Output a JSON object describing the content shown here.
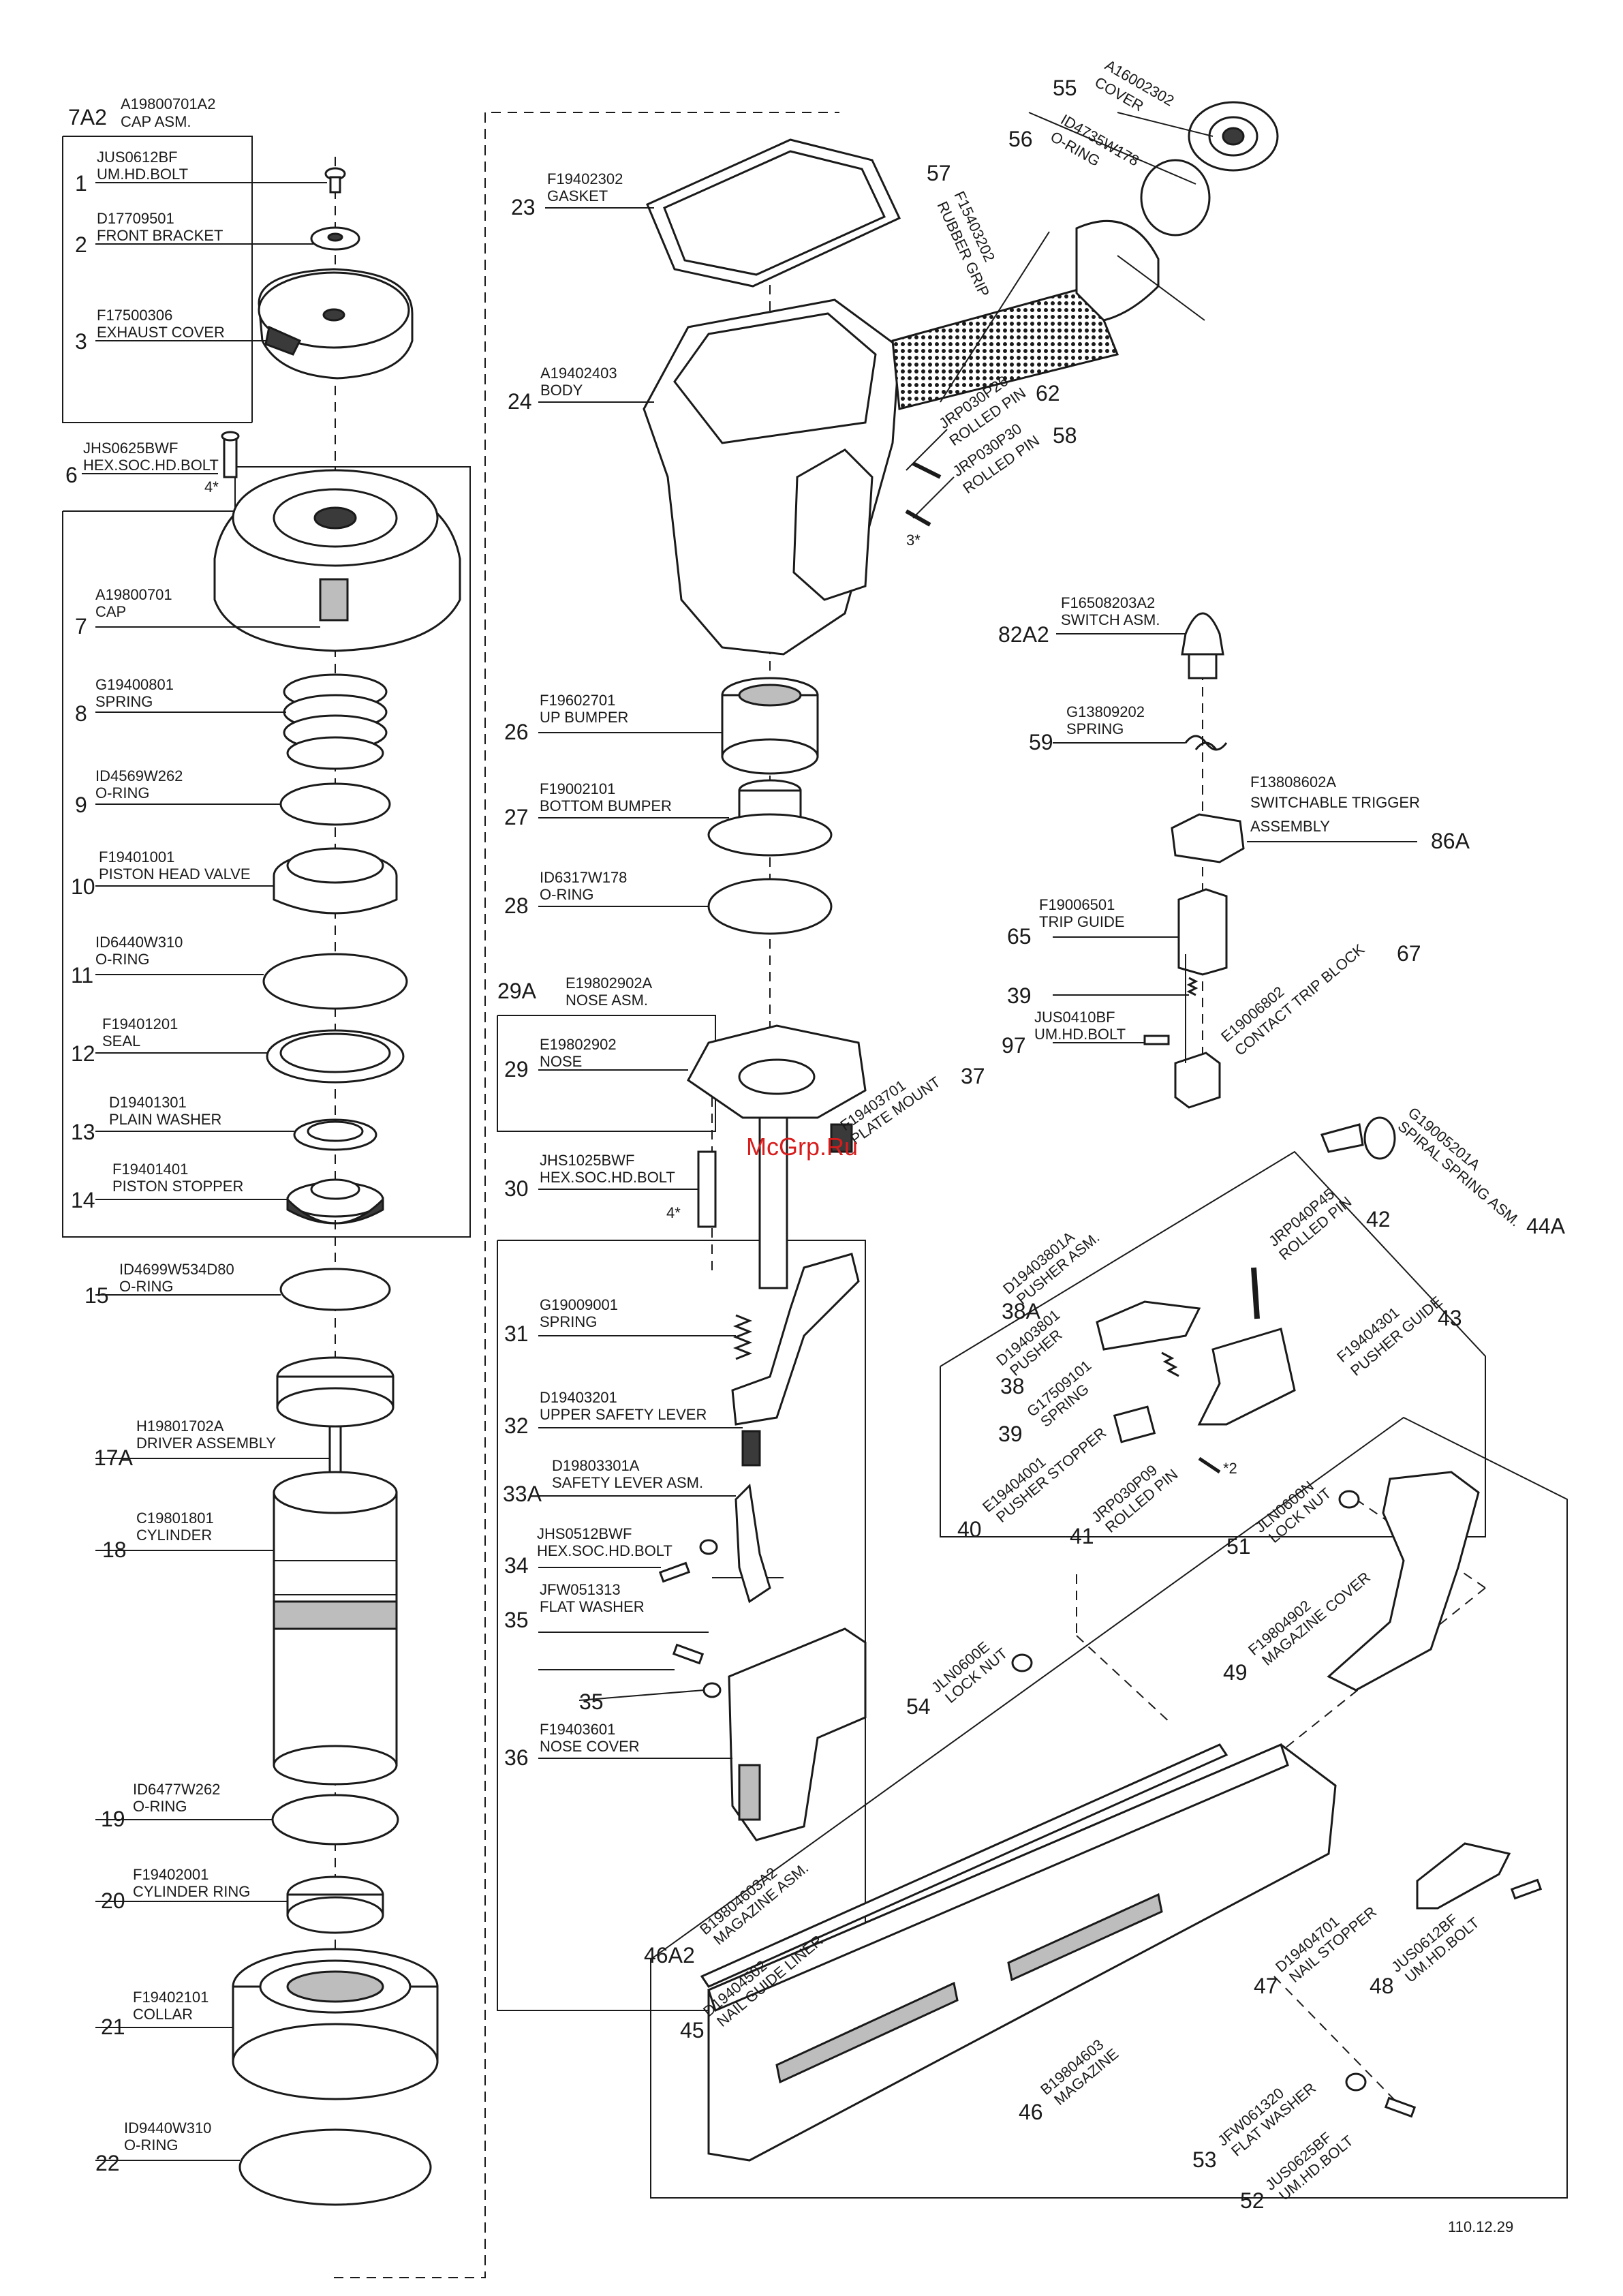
{
  "watermark": "McGrp.Ru",
  "drawing_id": "110.12.29",
  "footnote_marks": {
    "m6": "4*",
    "m58": "3*",
    "m30": "4*",
    "m41": "*2"
  },
  "assemblies": {
    "a7A2": {
      "num": "7A2",
      "code": "A19800701A2",
      "name": "CAP ASM."
    },
    "a29A": {
      "num": "29A",
      "code": "E19802902A",
      "name": "NOSE ASM."
    },
    "a33A": {
      "num": "33A",
      "code": "D19803301A",
      "name": "SAFETY LEVER ASM."
    },
    "a38A": {
      "num": "38A",
      "code": "D19403801A",
      "name": "PUSHER ASM."
    },
    "a44A": {
      "num": "44A",
      "code": "G19005201A",
      "name": "SPIRAL SPRING ASM."
    },
    "a46A2": {
      "num": "46A2",
      "code": "B19804603A2",
      "name": "MAGAZINE ASM."
    },
    "a82A2": {
      "num": "82A2",
      "code": "F16508203A2",
      "name": "SWITCH ASM."
    },
    "a86A": {
      "num": "86A",
      "code": "F13808602A",
      "name1": "SWITCHABLE TRIGGER",
      "name2": "ASSEMBLY"
    },
    "a17A": {
      "num": "17A",
      "code": "H19801702A",
      "name": "DRIVER ASSEMBLY"
    }
  },
  "parts": {
    "p1": {
      "num": "1",
      "code": "JUS0612BF",
      "name": "UM.HD.BOLT"
    },
    "p2": {
      "num": "2",
      "code": "D17709501",
      "name": "FRONT BRACKET"
    },
    "p3": {
      "num": "3",
      "code": "F17500306",
      "name": "EXHAUST COVER"
    },
    "p6": {
      "num": "6",
      "code": "JHS0625BWF",
      "name": "HEX.SOC.HD.BOLT"
    },
    "p7": {
      "num": "7",
      "code": "A19800701",
      "name": "CAP"
    },
    "p8": {
      "num": "8",
      "code": "G19400801",
      "name": "SPRING"
    },
    "p9": {
      "num": "9",
      "code": "ID4569W262",
      "name": "O-RING"
    },
    "p10": {
      "num": "10",
      "code": "F19401001",
      "name": "PISTON HEAD VALVE"
    },
    "p11": {
      "num": "11",
      "code": "ID6440W310",
      "name": "O-RING"
    },
    "p12": {
      "num": "12",
      "code": "F19401201",
      "name": "SEAL"
    },
    "p13": {
      "num": "13",
      "code": "D19401301",
      "name": "PLAIN WASHER"
    },
    "p14": {
      "num": "14",
      "code": "F19401401",
      "name": "PISTON STOPPER"
    },
    "p15": {
      "num": "15",
      "code": "ID4699W534D80",
      "name": "O-RING"
    },
    "p18": {
      "num": "18",
      "code": "C19801801",
      "name": "CYLINDER"
    },
    "p19": {
      "num": "19",
      "code": "ID6477W262",
      "name": "O-RING"
    },
    "p20": {
      "num": "20",
      "code": "F19402001",
      "name": "CYLINDER RING"
    },
    "p21": {
      "num": "21",
      "code": "F19402101",
      "name": "COLLAR"
    },
    "p22": {
      "num": "22",
      "code": "ID9440W310",
      "name": "O-RING"
    },
    "p23": {
      "num": "23",
      "code": "F19402302",
      "name": "GASKET"
    },
    "p24": {
      "num": "24",
      "code": "A19402403",
      "name": "BODY"
    },
    "p26": {
      "num": "26",
      "code": "F19602701",
      "name": "UP BUMPER"
    },
    "p27": {
      "num": "27",
      "code": "F19002101",
      "name": "BOTTOM BUMPER"
    },
    "p28": {
      "num": "28",
      "code": "ID6317W178",
      "name": "O-RING"
    },
    "p29": {
      "num": "29",
      "code": "E19802902",
      "name": "NOSE"
    },
    "p30": {
      "num": "30",
      "code": "JHS1025BWF",
      "name": "HEX.SOC.HD.BOLT"
    },
    "p31": {
      "num": "31",
      "code": "G19009001",
      "name": "SPRING"
    },
    "p32": {
      "num": "32",
      "code": "D19403201",
      "name": "UPPER SAFETY LEVER"
    },
    "p34": {
      "num": "34",
      "code": "JHS0512BWF",
      "name": "HEX.SOC.HD.BOLT"
    },
    "p35": {
      "num": "35",
      "code": "JFW051313",
      "name": "FLAT WASHER"
    },
    "p35b": {
      "num": "35"
    },
    "p36": {
      "num": "36",
      "code": "F19403601",
      "name": "NOSE COVER"
    },
    "p37": {
      "num": "37",
      "code": "F19403701",
      "name": "PLATE MOUNT"
    },
    "p38": {
      "num": "38",
      "code": "D19403801",
      "name": "PUSHER"
    },
    "p39": {
      "num": "39",
      "code": "G17509101",
      "name": "SPRING"
    },
    "p39b": {
      "num": "39"
    },
    "p40": {
      "num": "40",
      "code": "E19404001",
      "name": "PUSHER STOPPER"
    },
    "p41": {
      "num": "41",
      "code": "JRP030P09",
      "name": "ROLLED PIN"
    },
    "p42": {
      "num": "42",
      "code": "JRP040P45",
      "name": "ROLLED PIN"
    },
    "p43": {
      "num": "43",
      "code": "F19404301",
      "name": "PUSHER GUIDE"
    },
    "p45": {
      "num": "45",
      "code": "D19404502",
      "name": "NAIL GUIDE LINER"
    },
    "p46": {
      "num": "46",
      "code": "B19804603",
      "name": "MAGAZINE"
    },
    "p47": {
      "num": "47",
      "code": "D19404701",
      "name": "NAIL STOPPER"
    },
    "p48": {
      "num": "48",
      "code": "JUS0612BF",
      "name": "UM.HD.BOLT"
    },
    "p49": {
      "num": "49",
      "code": "F19804902",
      "name": "MAGAZINE COVER"
    },
    "p51": {
      "num": "51",
      "code": "JLN0600N",
      "name": "LOCK NUT"
    },
    "p52": {
      "num": "52",
      "code": "JUS0625BF",
      "name": "UM.HD.BOLT"
    },
    "p53": {
      "num": "53",
      "code": "JFW061320",
      "name": "FLAT WASHER"
    },
    "p54": {
      "num": "54",
      "code": "JLN0600E",
      "name": "LOCK NUT"
    },
    "p55": {
      "num": "55",
      "code": "A16002302",
      "name": "COVER"
    },
    "p56": {
      "num": "56",
      "code": "ID4735W178",
      "name": "O-RING"
    },
    "p57": {
      "num": "57",
      "code": "F15403202",
      "name": "RUBBER GRIP"
    },
    "p58": {
      "num": "58",
      "code": "JRP030P30",
      "name": "ROLLED PIN"
    },
    "p59": {
      "num": "59",
      "code": "G13809202",
      "name": "SPRING"
    },
    "p62": {
      "num": "62",
      "code": "JRP030P26",
      "name": "ROLLED PIN"
    },
    "p65": {
      "num": "65",
      "code": "F19006501",
      "name": "TRIP GUIDE"
    },
    "p67": {
      "num": "67",
      "code": "E19006802",
      "name": "CONTACT TRIP BLOCK"
    },
    "p97": {
      "num": "97",
      "code": "JUS0410BF",
      "name": "UM.HD.BOLT"
    }
  }
}
